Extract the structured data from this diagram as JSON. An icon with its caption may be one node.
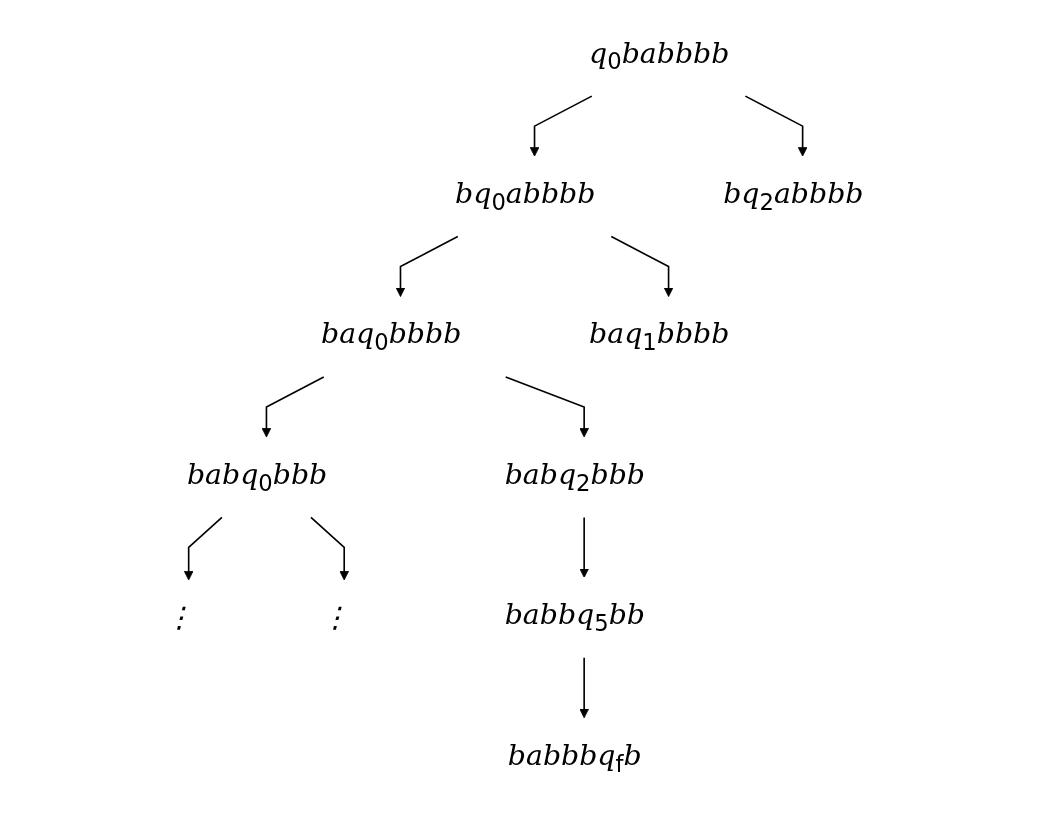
{
  "diagram": {
    "nodes": [
      {
        "text": [
          "q$_{0}$babbbb"
        ]
      },
      {
        "text": [
          "bq$_{0}$abbbb"
        ]
      },
      {
        "text": [
          "bq$_{2}$abbbb"
        ]
      },
      {
        "text": [
          "baq$_{0}$bbbb"
        ]
      },
      {
        "text": [
          "baq$_{1}$bbbb"
        ]
      },
      {
        "text": [
          "babq$_{0}$bbb"
        ]
      },
      {
        "text": [
          "babq$_{2}$bbb"
        ]
      },
      {
        "text": [
          "⋮"
        ]
      },
      {
        "text": [
          "⋮"
        ]
      },
      {
        "text": [
          "babbq$_{5}$bb"
        ]
      },
      {
        "text": [
          "babbbq$_{f}$b"
        ]
      }
    ],
    "edges": [
      {
        "from": 0,
        "to": 1,
        "arrow": "to"
      },
      {
        "from": 0,
        "to": 2,
        "arrow": "to"
      },
      {
        "from": 1,
        "to": 3,
        "arrow": "to"
      },
      {
        "from": 1,
        "to": 4,
        "arrow": "to"
      },
      {
        "from": 3,
        "to": 5,
        "arrow": "to"
      },
      {
        "from": 3,
        "to": 6,
        "arrow": "to"
      },
      {
        "from": 5,
        "to": 7,
        "arrow": "to"
      },
      {
        "from": 5,
        "to": 8,
        "arrow": "to"
      },
      {
        "from": 6,
        "to": 9,
        "arrow": "to"
      },
      {
        "from": 9,
        "to": 10,
        "arrow": "to"
      }
    ]
  }
}
